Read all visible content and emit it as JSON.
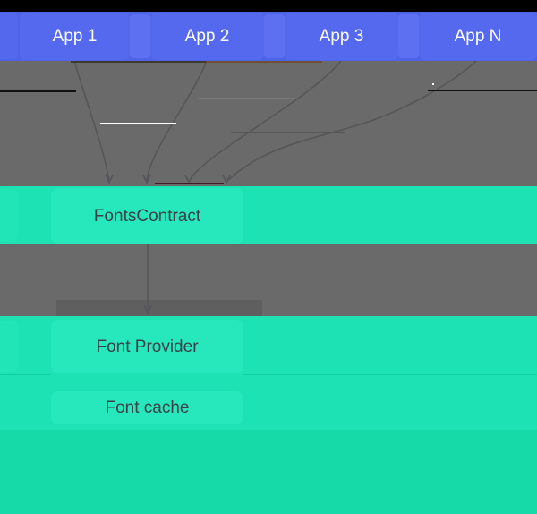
{
  "diagram": {
    "apps": [
      {
        "label": "App 1"
      },
      {
        "label": "App 2"
      },
      {
        "label": "App 3"
      },
      {
        "label": "App N"
      }
    ],
    "fonts_contract": {
      "label": "FontsContract"
    },
    "font_provider": {
      "label": "Font Provider"
    },
    "font_cache": {
      "label": "Font cache"
    }
  },
  "colors": {
    "top_bar": "#000000",
    "band_blue": "#4f63e6",
    "app_box_blue": "#5569ef",
    "app_gap_blue": "#5d70f2",
    "gray": "#6a6a6a",
    "gray_dark_rect": "#5f5f5f",
    "arrow": "#56565a",
    "teal_band": "#1de2b3",
    "teal_box": "#27e8bc",
    "teal_bottom": "#16dba9",
    "teal_separator": "#12cfa0",
    "text_dark": "#3a4047",
    "text_light": "#ffffff",
    "artifact_black": "#111111",
    "artifact_white": "#ffffff",
    "artifact_light_gray": "#7b7b7b",
    "artifact_dark_gray": "#57575a",
    "artifact_maroon": "#451a28",
    "artifact_brown": "#6e5134",
    "artifact_dark_olive": "#3f3a30"
  }
}
